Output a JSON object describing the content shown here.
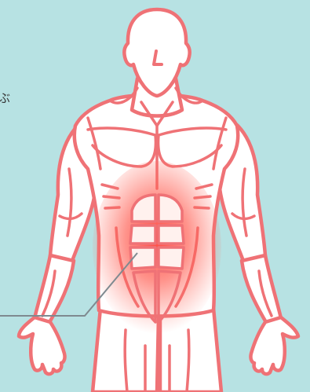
{
  "caption_fragment": "ぶ",
  "colors": {
    "background": "#b7e2e3",
    "outline": "#ef7276",
    "body_fill": "#ffffff",
    "highlight": "#ff3a32",
    "leader_line": "#7f8a90"
  },
  "highlighted_muscle": "rectus-abdominis",
  "icons": {
    "figure": "human-muscle-anatomy-figure",
    "highlight": "abdominal-glow"
  }
}
